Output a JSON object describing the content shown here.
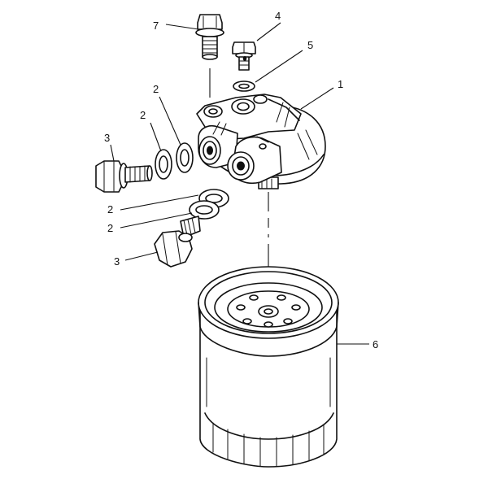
{
  "callouts": [
    {
      "id": "c1",
      "text": "1"
    },
    {
      "id": "c2a",
      "text": "2"
    },
    {
      "id": "c2b",
      "text": "2"
    },
    {
      "id": "c2c",
      "text": "2"
    },
    {
      "id": "c2d",
      "text": "2"
    },
    {
      "id": "c3a",
      "text": "3"
    },
    {
      "id": "c3b",
      "text": "3"
    },
    {
      "id": "c4",
      "text": "4"
    },
    {
      "id": "c5",
      "text": "5"
    },
    {
      "id": "c6",
      "text": "6"
    },
    {
      "id": "c7",
      "text": "7"
    }
  ]
}
